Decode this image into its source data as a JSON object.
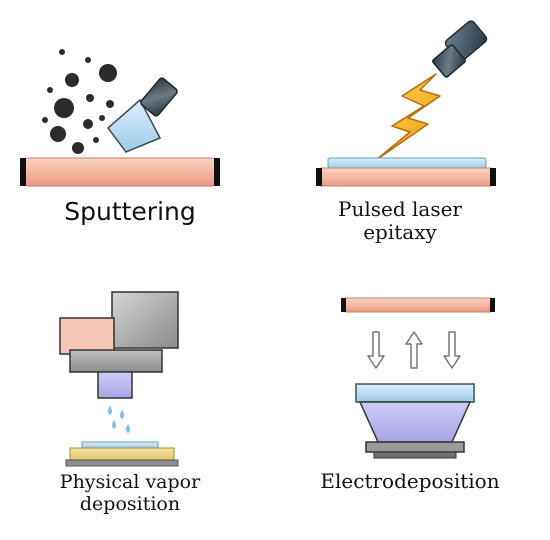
{
  "panels": [
    {
      "id": "sputtering",
      "caption_lines": [
        "Sputtering"
      ]
    },
    {
      "id": "pulsed-laser-epitaxy",
      "caption_lines": [
        "Pulsed laser",
        "epitaxy"
      ]
    },
    {
      "id": "physical-vapor-deposition",
      "caption_lines": [
        "Physical vapor",
        "deposition"
      ]
    },
    {
      "id": "electrodeposition",
      "caption_lines": [
        "Electrodeposition"
      ]
    }
  ],
  "colors": {
    "substrate_salmon": "#f4b8a2",
    "substrate_dark": "#111111",
    "film_blue": "#bfe0f5",
    "laser_yellow": "#f2b82a",
    "lens_gray": "#4c5a66",
    "pvd_yellow": "#f1d98a",
    "pvd_purple": "#b9b7ee",
    "elec_purple": "#b8b5ee",
    "arrow_gray": "#888888"
  }
}
